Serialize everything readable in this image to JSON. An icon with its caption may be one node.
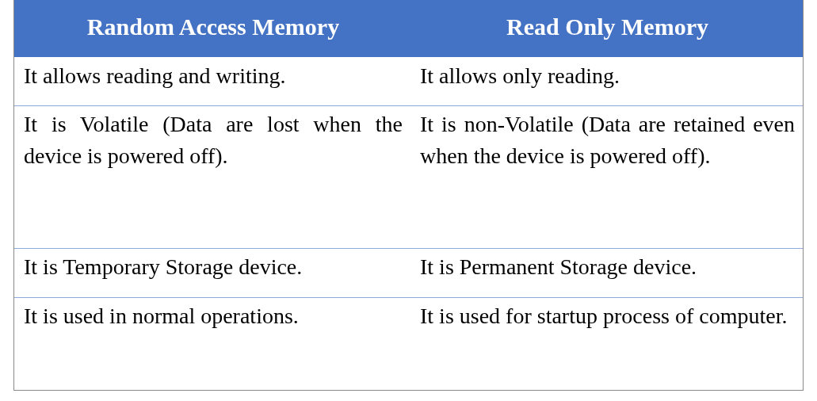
{
  "diagram": {
    "labels": [
      "Random Access Memory",
      "Read Only Memory",
      "It allows reading and writing.",
      "It allows only reading.",
      "It is Volatile (Data are lost when the device is powered off).",
      "It is non-Volatile (Data are retained even when the device is powered off).",
      "It is Temporary Storage device.",
      "It is Permanent Storage device.",
      "It is used in normal operations.",
      "It is used for startup process of computer."
    ]
  }
}
